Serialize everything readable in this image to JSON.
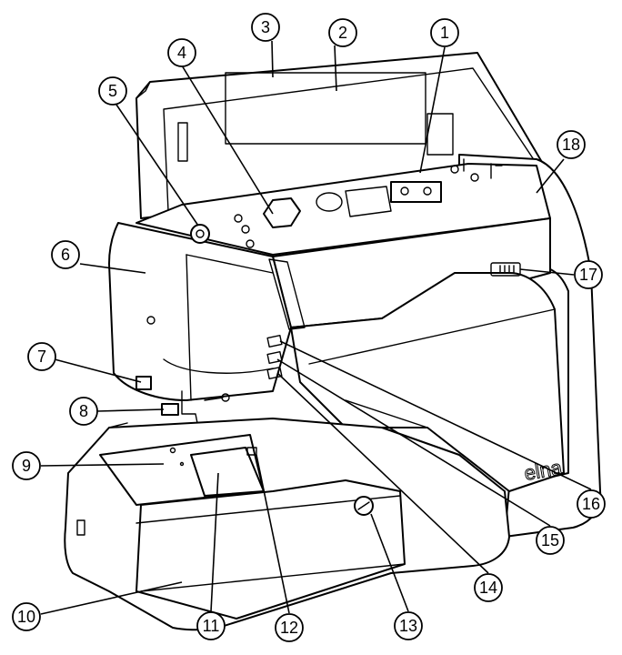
{
  "brand": "elna",
  "callouts": [
    {
      "id": "1",
      "label": "1"
    },
    {
      "id": "2",
      "label": "2"
    },
    {
      "id": "3",
      "label": "3"
    },
    {
      "id": "4",
      "label": "4"
    },
    {
      "id": "5",
      "label": "5"
    },
    {
      "id": "6",
      "label": "6"
    },
    {
      "id": "7",
      "label": "7"
    },
    {
      "id": "8",
      "label": "8"
    },
    {
      "id": "9",
      "label": "9"
    },
    {
      "id": "10",
      "label": "10"
    },
    {
      "id": "11",
      "label": "11"
    },
    {
      "id": "12",
      "label": "12"
    },
    {
      "id": "13",
      "label": "13"
    },
    {
      "id": "14",
      "label": "14"
    },
    {
      "id": "15",
      "label": "15"
    },
    {
      "id": "16",
      "label": "16"
    },
    {
      "id": "17",
      "label": "17"
    },
    {
      "id": "18",
      "label": "18"
    }
  ]
}
